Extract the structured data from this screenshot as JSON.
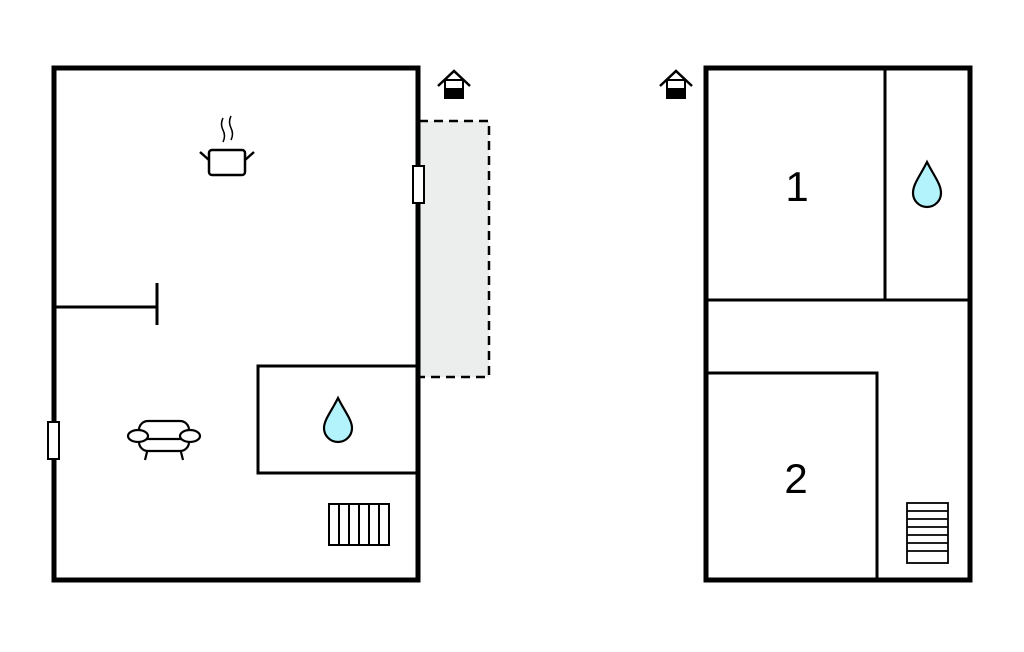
{
  "floors": [
    {
      "name": "ground-floor",
      "icons": [
        "entrance-icon",
        "kitchen-pot-icon",
        "sofa-icon",
        "water-drop-icon",
        "stairs-icon",
        "door-icon"
      ]
    },
    {
      "name": "upper-floor",
      "icons": [
        "entrance-icon",
        "water-drop-icon",
        "stairs-icon"
      ],
      "rooms": [
        {
          "label": "1"
        },
        {
          "label": "2"
        }
      ]
    }
  ],
  "colors": {
    "wall": "#000000",
    "terrace": "#eceeee",
    "water": "#b3f3fb"
  }
}
